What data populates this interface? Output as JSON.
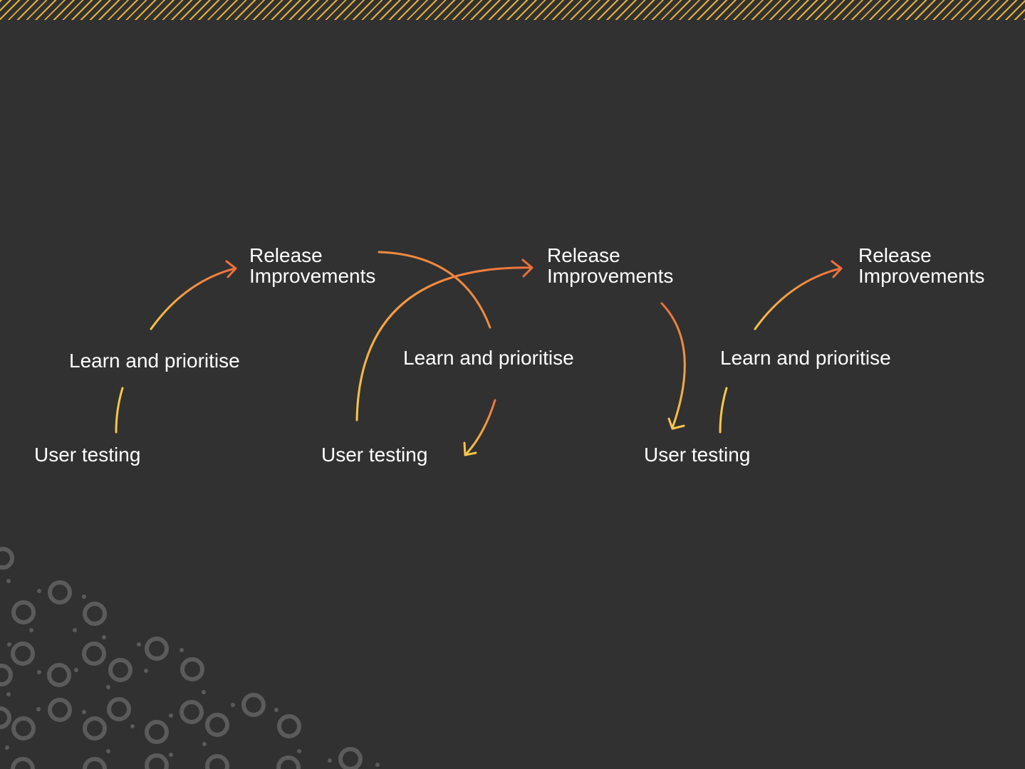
{
  "colors": {
    "background": "#313131",
    "stripe": "#e3b13a",
    "text": "#ffffff",
    "arrow_start": "#f7c64a",
    "arrow_end": "#ef6f3c",
    "dots": "#5d5d5d"
  },
  "cycles": [
    {
      "user_testing": "User testing",
      "learn": "Learn and prioritise",
      "release_line1": "Release",
      "release_line2": "Improvements"
    },
    {
      "user_testing": "User testing",
      "learn": "Learn and prioritise",
      "release_line1": "Release",
      "release_line2": "Improvements"
    },
    {
      "user_testing": "User testing",
      "learn": "Learn and prioritise",
      "release_line1": "Release",
      "release_line2": "Improvements"
    }
  ],
  "decorations": {
    "top_stripes_icon": "diagonal-stripes",
    "corner_pattern_icon": "circle-dot-pattern"
  }
}
